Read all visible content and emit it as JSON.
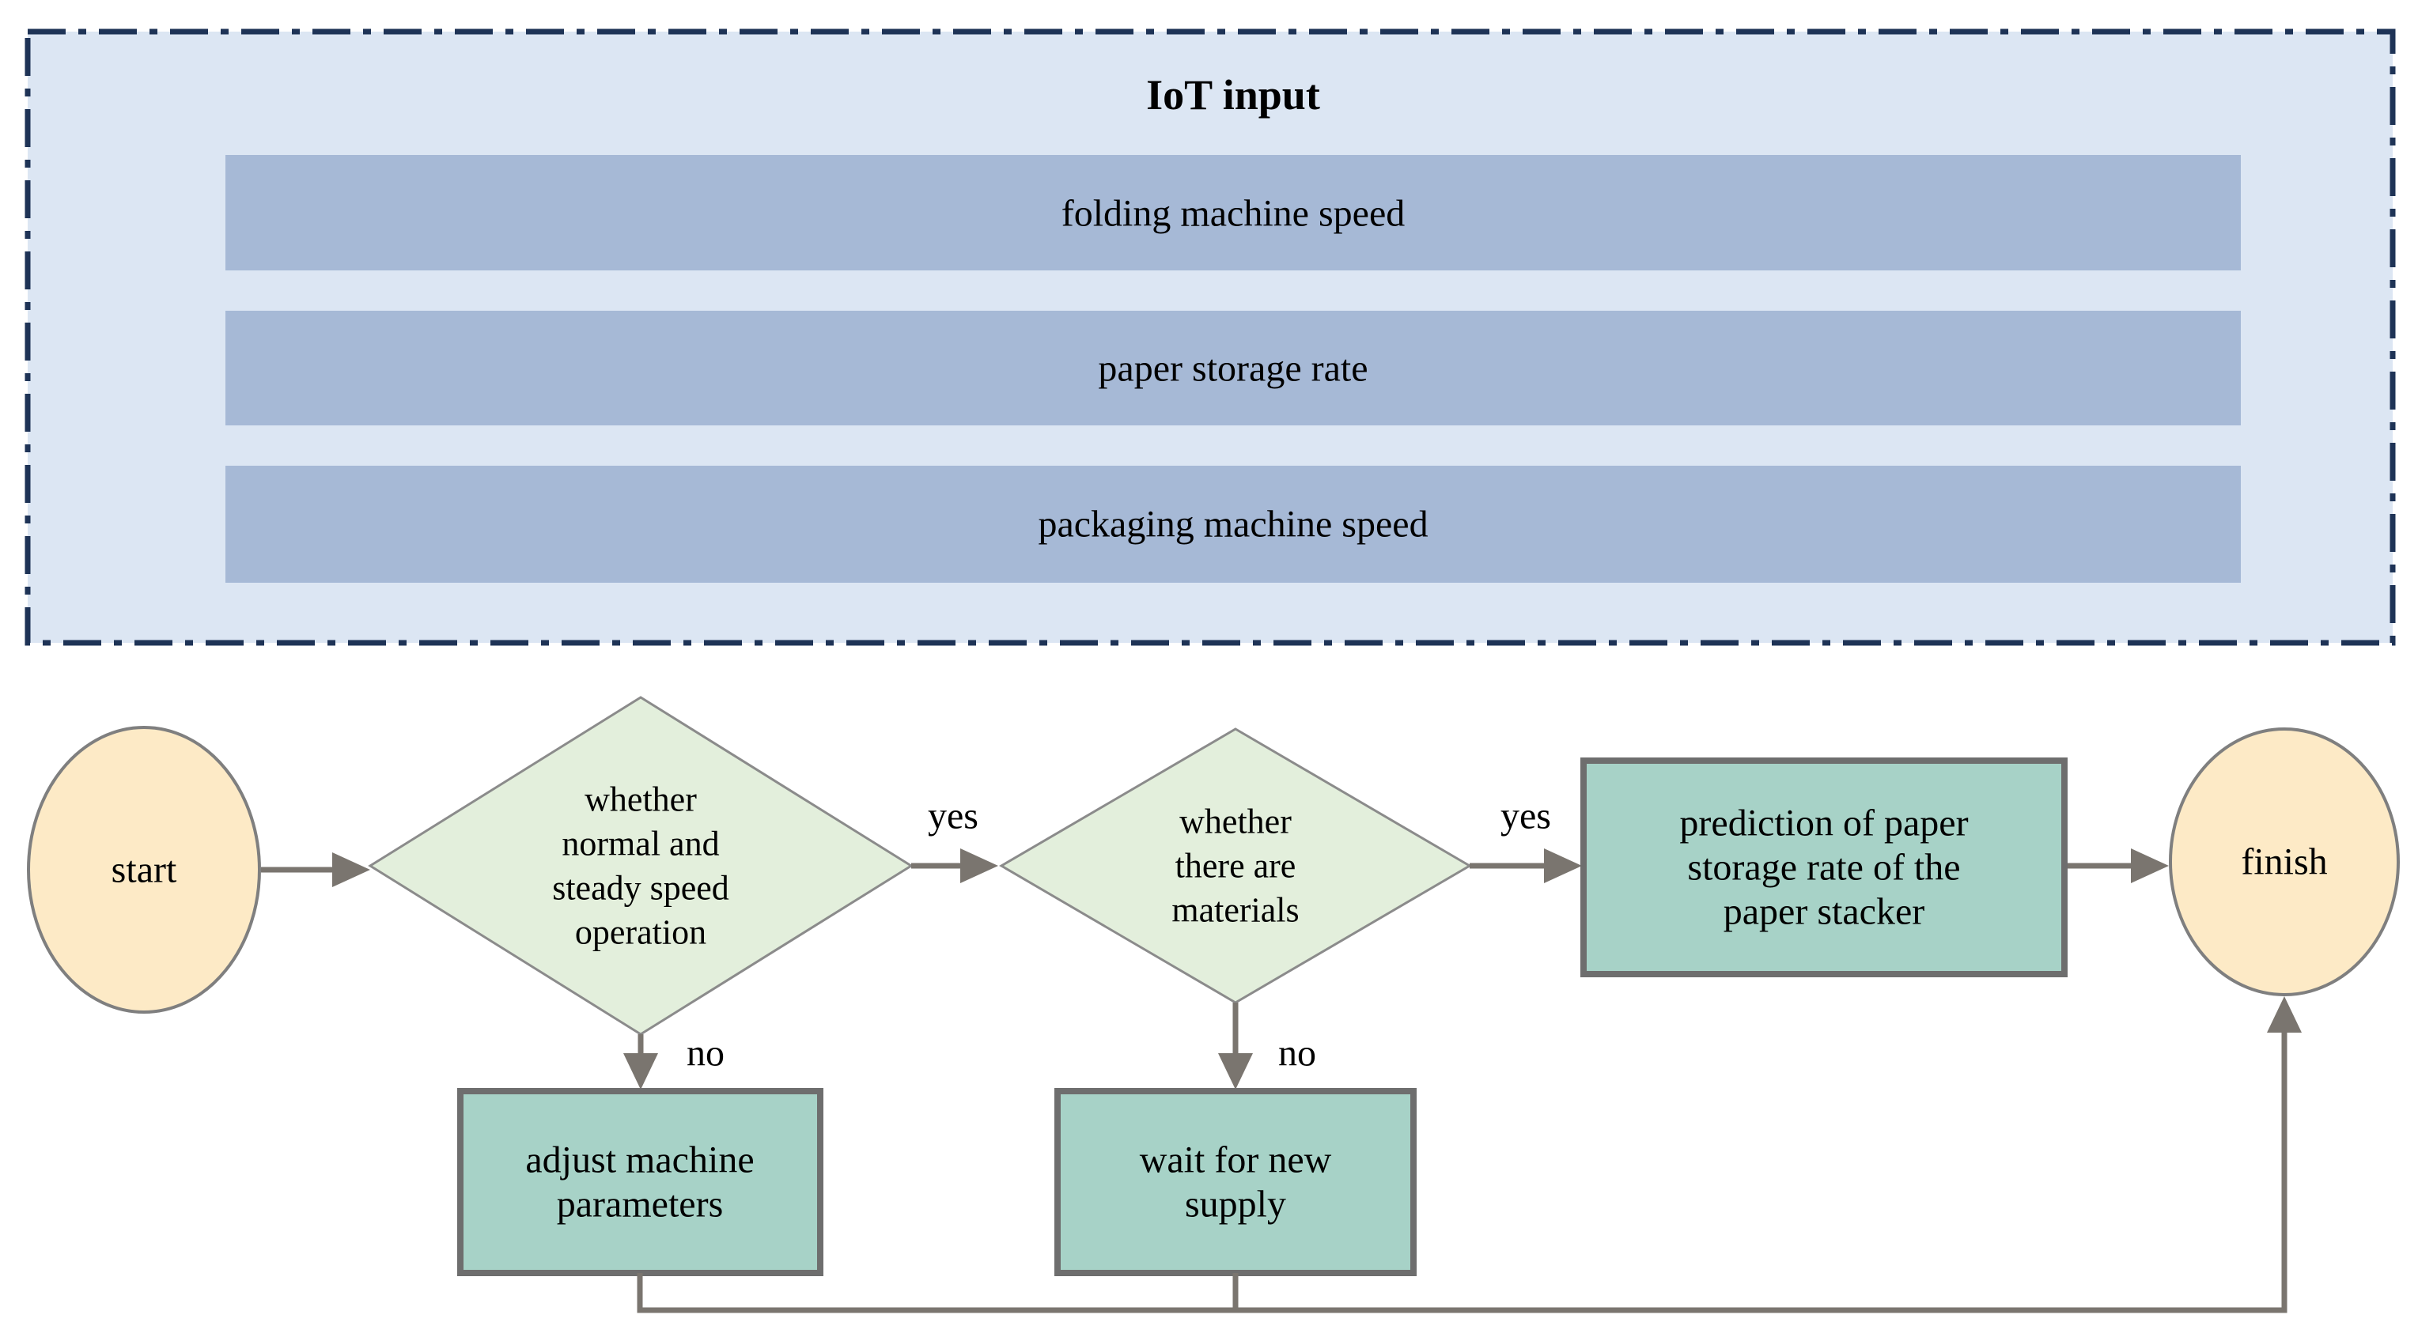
{
  "panel": {
    "title": "IoT input",
    "bars": [
      {
        "label": "folding machine speed"
      },
      {
        "label": "paper storage rate"
      },
      {
        "label": "packaging machine speed"
      }
    ]
  },
  "flow": {
    "start_label": "start",
    "finish_label": "finish",
    "decision1": {
      "lines": [
        "whether",
        "normal and",
        "steady speed",
        "operation"
      ]
    },
    "decision2": {
      "lines": [
        "whether",
        "there are",
        "materials"
      ]
    },
    "prediction": {
      "lines": [
        "prediction of paper",
        "storage rate of the",
        "paper stacker"
      ]
    },
    "adjust": {
      "lines": [
        "adjust machine",
        "parameters"
      ]
    },
    "wait": {
      "lines": [
        "wait for new",
        "supply"
      ]
    },
    "labels": {
      "yes1": "yes",
      "yes2": "yes",
      "no1": "no",
      "no2": "no"
    }
  },
  "colors": {
    "panel_fill": "#dce6f3",
    "panel_border": "#1e3356",
    "bar_fill": "#a6b9d6",
    "decision_fill": "#e3efdc",
    "process_fill": "#a7d2c7",
    "terminal_fill": "#fdeac6",
    "arrow": "#7a756f",
    "text": "#000000"
  }
}
